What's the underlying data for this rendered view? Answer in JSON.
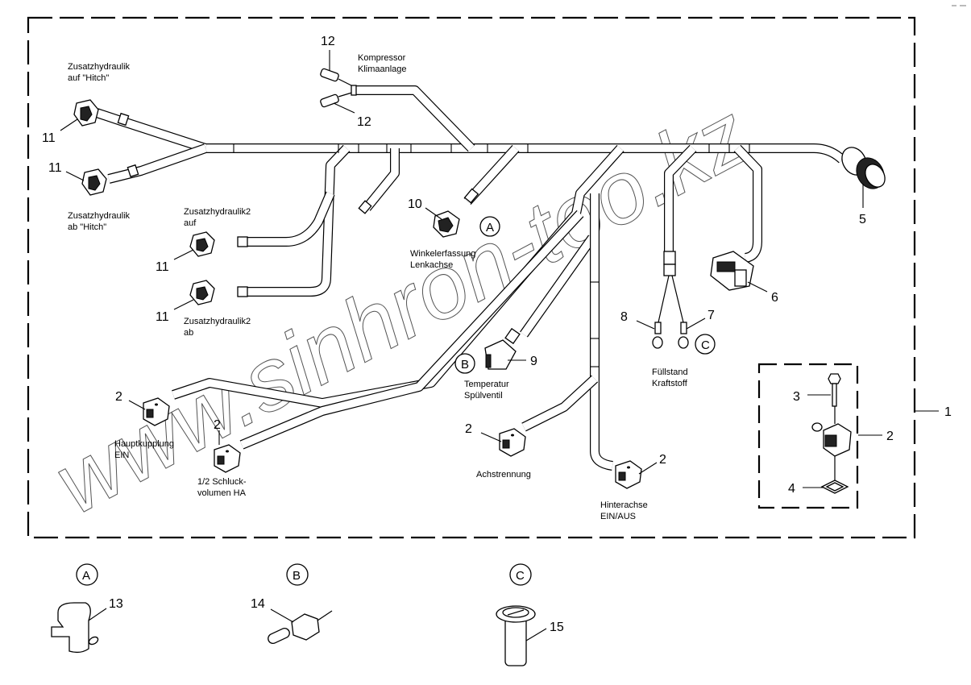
{
  "diagram": {
    "title": "Kabelbaum Hydraulik / Sensoren",
    "watermark": "www.sinhron-too.kz",
    "assembly_number": "1",
    "callouts": [
      {
        "number": "11",
        "label_lines": [
          "Zusatzhydraulik",
          "auf \"Hitch\""
        ]
      },
      {
        "number": "11",
        "label_lines": [
          "Zusatzhydraulik",
          "ab \"Hitch\""
        ]
      },
      {
        "number": "11",
        "label_lines": [
          "Zusatzhydraulik2",
          "auf"
        ]
      },
      {
        "number": "11",
        "label_lines": [
          "Zusatzhydraulik2",
          "ab"
        ]
      },
      {
        "number": "12",
        "label_lines": [
          "Kompressor",
          "Klimaanlage"
        ]
      },
      {
        "number": "10",
        "label_lines": [
          "Winkelerfassung",
          "Lenkachse"
        ],
        "detail_ref": "A"
      },
      {
        "number": "9",
        "label_lines": [
          "Temperatur",
          "Spülventil"
        ],
        "detail_ref": "B"
      },
      {
        "number": "7",
        "label_lines": [
          "Füllstand",
          "Kraftstoff"
        ],
        "detail_ref": "C"
      },
      {
        "number": "8",
        "label_lines": []
      },
      {
        "number": "6",
        "label_lines": []
      },
      {
        "number": "5",
        "label_lines": []
      },
      {
        "number": "2",
        "label_lines": [
          "Hauptkupplung",
          "EIN"
        ]
      },
      {
        "number": "2",
        "label_lines": [
          "1/2 Schluck-",
          "volumen HA"
        ]
      },
      {
        "number": "2",
        "label_lines": [
          "Achstrennung"
        ]
      },
      {
        "number": "2",
        "label_lines": [
          "Hinterachse",
          "EIN/AUS"
        ]
      }
    ],
    "valve_kit": {
      "items": [
        "2",
        "3",
        "4"
      ]
    },
    "details": [
      {
        "ref": "A",
        "number": "13"
      },
      {
        "ref": "B",
        "number": "14"
      },
      {
        "ref": "C",
        "number": "15"
      }
    ]
  }
}
